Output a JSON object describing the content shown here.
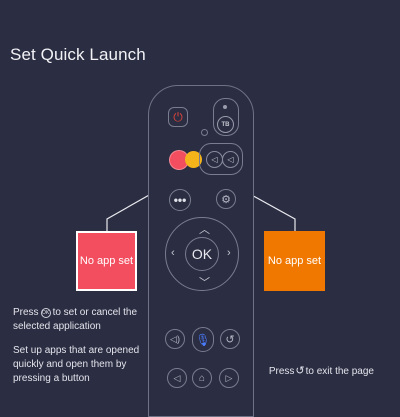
{
  "page": {
    "title": "Set Quick Launch"
  },
  "callouts": {
    "left": {
      "label": "No app set",
      "color": "#f24e5f"
    },
    "right": {
      "label": "No app set",
      "color": "#f07800"
    }
  },
  "remote": {
    "ok_label": "OK",
    "tb_label": "TB",
    "buttons": {
      "power": "power-icon",
      "red": "#f24e5f",
      "yellow": "#f4b41a"
    }
  },
  "info": {
    "line1_before": "Press",
    "line1_after": "to set or cancel the selected application",
    "line2": "Set up apps that are opened quickly and open them by pressing a button"
  },
  "footer": {
    "exit_before": "Press",
    "exit_after": "to exit the page"
  }
}
